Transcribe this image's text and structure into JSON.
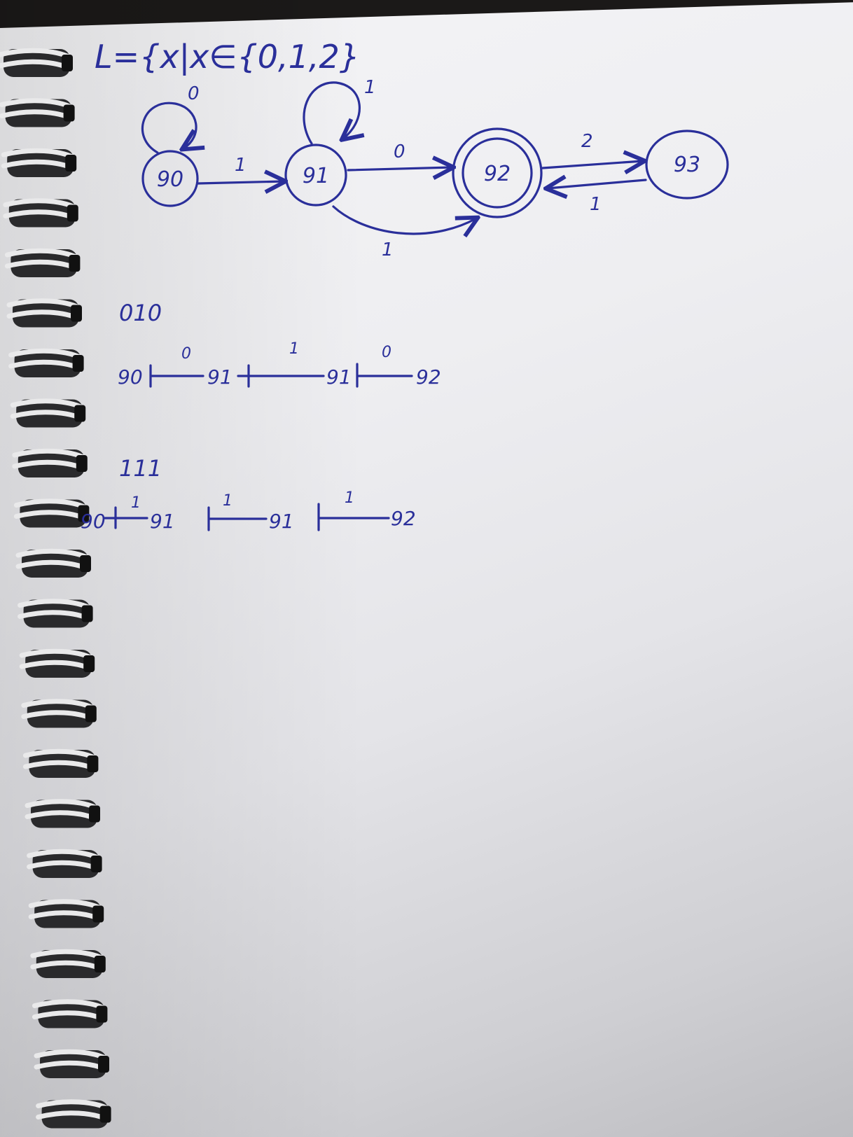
{
  "title": "L={x|x∈{0,1,2}",
  "states": [
    {
      "id": "q0",
      "label": "90",
      "accepting": false
    },
    {
      "id": "q1",
      "label": "91",
      "accepting": false
    },
    {
      "id": "q2",
      "label": "92",
      "accepting": true
    },
    {
      "id": "q3",
      "label": "93",
      "accepting": false
    }
  ],
  "transitions": [
    {
      "from": "q0",
      "to": "q0",
      "label": "0"
    },
    {
      "from": "q0",
      "to": "q1",
      "label": "1"
    },
    {
      "from": "q1",
      "to": "q1",
      "label": "1"
    },
    {
      "from": "q1",
      "to": "q2",
      "label": "0"
    },
    {
      "from": "q1",
      "to": "q2",
      "label": "1"
    },
    {
      "from": "q2",
      "to": "q3",
      "label": "2"
    },
    {
      "from": "q3",
      "to": "q2",
      "label": "1"
    }
  ],
  "traces": [
    {
      "word": "010",
      "steps": [
        {
          "state": "90",
          "symbol": "0"
        },
        {
          "state": "91",
          "symbol": "1"
        },
        {
          "state": "91",
          "symbol": "0"
        },
        {
          "state": "92"
        }
      ]
    },
    {
      "word": "111",
      "steps": [
        {
          "state": "90",
          "symbol": "1"
        },
        {
          "state": "91",
          "symbol": "1"
        },
        {
          "state": "91",
          "symbol": "1"
        },
        {
          "state": "92"
        }
      ]
    }
  ],
  "colors": {
    "ink": "#2a2f9a",
    "paper": "#eeeef1",
    "spiral": "#e9e9ea"
  }
}
